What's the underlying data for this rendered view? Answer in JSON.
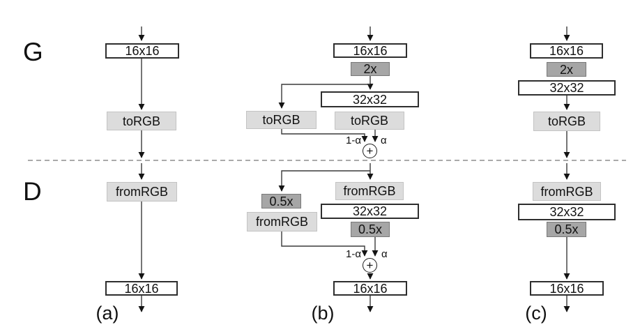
{
  "network_labels": {
    "generator": "G",
    "discriminator": "D"
  },
  "phase_labels": {
    "a": "(a)",
    "b": "(b)",
    "c": "(c)"
  },
  "node_labels": {
    "res_low": "16x16",
    "res_high": "32x32",
    "upsample": "2x",
    "downsample": "0.5x",
    "to_rgb": "toRGB",
    "from_rgb": "fromRGB",
    "sum": "+",
    "alpha": "α",
    "one_minus_alpha": "1-α"
  },
  "colors": {
    "light_box_fill": "#dcdcdc",
    "light_box_border": "#c3c3c3",
    "dark_box_fill": "#a6a6a6",
    "dark_box_border": "#787878",
    "white_box_border": "#2e2e2e",
    "connector_line": "#3a3a3a",
    "divider_dash": "#aaaaaa"
  }
}
